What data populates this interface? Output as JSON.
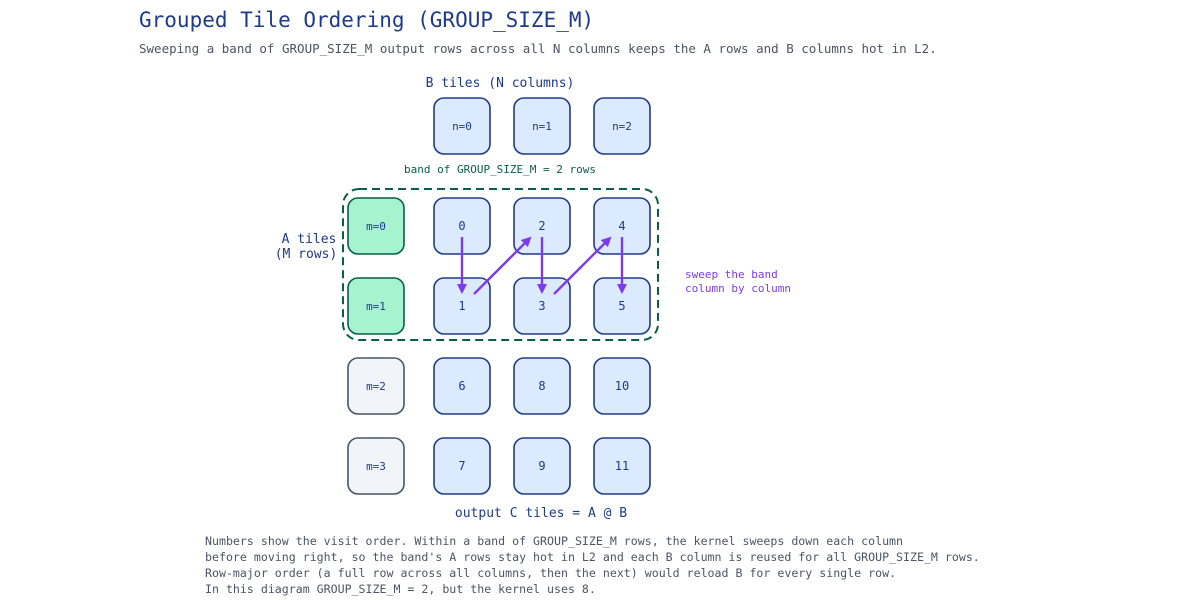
{
  "header": {
    "title": "Grouped Tile Ordering (GROUP_SIZE_M)",
    "subtitle": "Sweeping a band of GROUP_SIZE_M output rows across all N columns keeps the A rows and B columns hot in L2."
  },
  "diagram": {
    "b_tiles_label": "B tiles (N columns)",
    "b_tiles": [
      "n=0",
      "n=1",
      "n=2"
    ],
    "band_label": "band of GROUP_SIZE_M = 2 rows",
    "a_tiles_label": [
      "A tiles",
      "(M rows)"
    ],
    "a_tiles": [
      "m=0",
      "m=1",
      "m=2",
      "m=3"
    ],
    "band_rows": 2,
    "output_tiles": [
      [
        "0",
        "2",
        "4"
      ],
      [
        "1",
        "3",
        "5"
      ],
      [
        "6",
        "8",
        "10"
      ],
      [
        "7",
        "9",
        "11"
      ]
    ],
    "sweep_label": [
      "sweep the band",
      "column by column"
    ],
    "output_label": "output C tiles = A @ B",
    "colors": {
      "navy": "#1e3a8a",
      "b_tile_fill": "#dbeafe",
      "band_a_fill": "#a7f3d0",
      "band_a_border": "#065f46",
      "other_a_fill": "#f1f5f9",
      "other_a_border": "#475569",
      "band_outline": "#065f46",
      "arrow": "#7c3aed"
    }
  },
  "footnote": [
    "Numbers show the visit order. Within a band of GROUP_SIZE_M rows, the kernel sweeps down each column",
    "before moving right, so the band's A rows stay hot in L2 and each B column is reused for all GROUP_SIZE_M rows.",
    "Row-major order (a full row across all columns, then the next) would reload B for every single row.",
    "In this diagram GROUP_SIZE_M = 2, but the kernel uses 8."
  ]
}
